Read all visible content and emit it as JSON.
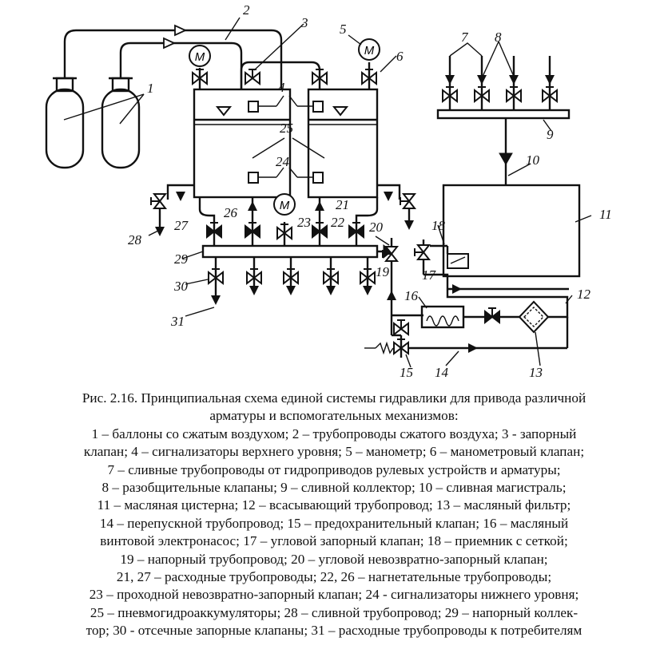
{
  "figure": {
    "labels": [
      "1",
      "2",
      "3",
      "4",
      "5",
      "6",
      "7",
      "8",
      "9",
      "10",
      "11",
      "12",
      "13",
      "14",
      "15",
      "16",
      "17",
      "18",
      "19",
      "20",
      "21",
      "22",
      "23",
      "24",
      "25",
      "26",
      "27",
      "28",
      "29",
      "30",
      "31"
    ],
    "gauge_letter": "M"
  },
  "caption": {
    "lines": [
      "Рис. 2.16. Принципиальная схема единой системы гидравлики для привода различной",
      "арматуры и вспомогательных механизмов:",
      "1 – баллоны со сжатым воздухом; 2 – трубопроводы сжатого воздуха; 3 - запорный",
      "клапан; 4 – сигнализаторы верхнего уровня; 5 – манометр; 6 – манометровый клапан;",
      "7 – сливные трубопроводы от гидроприводов рулевых устройств и арматуры;",
      "8 – разобщительные клапаны; 9 – сливной коллектор; 10 – сливная магистраль;",
      "11 – масляная цистерна; 12 – всасывающий трубопровод; 13 – масляный фильтр;",
      "14 – перепускной трубопровод; 15 – предохранительный клапан; 16 – масляный",
      "винтовой электронасос; 17 – угловой запорный клапан; 18 – приемник с сеткой;",
      "19 – напорный трубопровод; 20 – угловой невозвратно-запорный клапан;",
      "21, 27 – расходные трубопроводы; 22, 26 – нагнетательные трубопроводы;",
      "23 – проходной невозвратно-запорный клапан; 24 - сигнализаторы нижнего уровня;",
      "25 – пневмогидроаккумуляторы; 28 – сливной трубопровод; 29 – напорный коллек-",
      "тор; 30 - отсечные запорные клапаны; 31 – расходные трубопроводы к потребителям"
    ]
  }
}
